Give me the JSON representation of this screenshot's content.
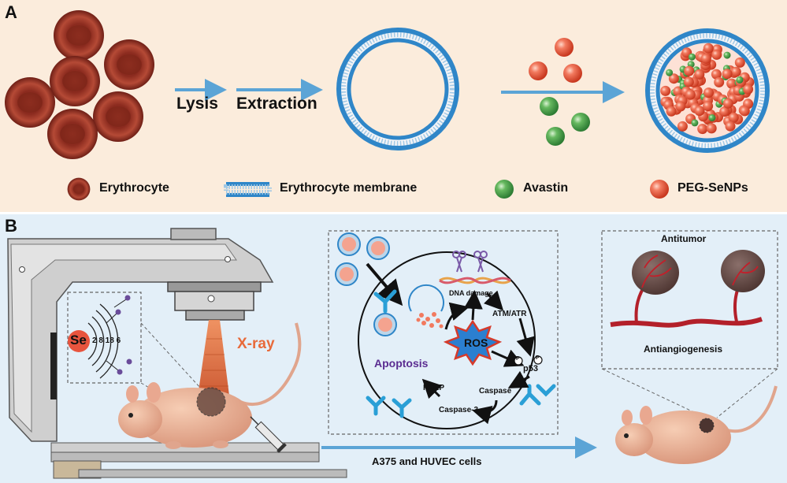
{
  "panel_a": {
    "label": "A",
    "steps": [
      "Lysis",
      "Extraction"
    ],
    "legend": {
      "erythrocyte": "Erythrocyte",
      "membrane": "Erythrocyte membrane",
      "avastin": "Avastin",
      "sense": "PEG-SeNPs"
    }
  },
  "panel_b": {
    "label": "B",
    "xray": "X-ray",
    "element": {
      "symbol": "Se",
      "shells": "2 8 18 6"
    },
    "cell": {
      "dna_damage": "DNA damage",
      "atm_atr": "ATM/ATR",
      "ros": "ROS",
      "p": "P",
      "p53": "p53",
      "caspase": "Caspase",
      "caspase3": "Caspase-3",
      "parp": "PARP",
      "apoptosis": "Apoptosis"
    },
    "antitumor": "Antitumor",
    "antiangiogenesis": "Antiangiogenesis",
    "cells_label": "A375 and HUVEC cells"
  },
  "colors": {
    "panel_a_bg": "#fbecdc",
    "panel_b_bg": "#e3eff8",
    "arrow_blue": "#5ba4d6",
    "membrane_blue": "#2f86c8",
    "rbc": "#a33a2a",
    "sense_red": "#e8543e",
    "avastin_green": "#3f9a4a",
    "ros_blue": "#2b7fd0",
    "ros_red": "#d63a2a",
    "apoptosis_purple": "#5b2d91",
    "xray_orange": "#e86a3a",
    "vessel_red": "#b3202a",
    "receptor_cyan": "#2a9fd6"
  }
}
